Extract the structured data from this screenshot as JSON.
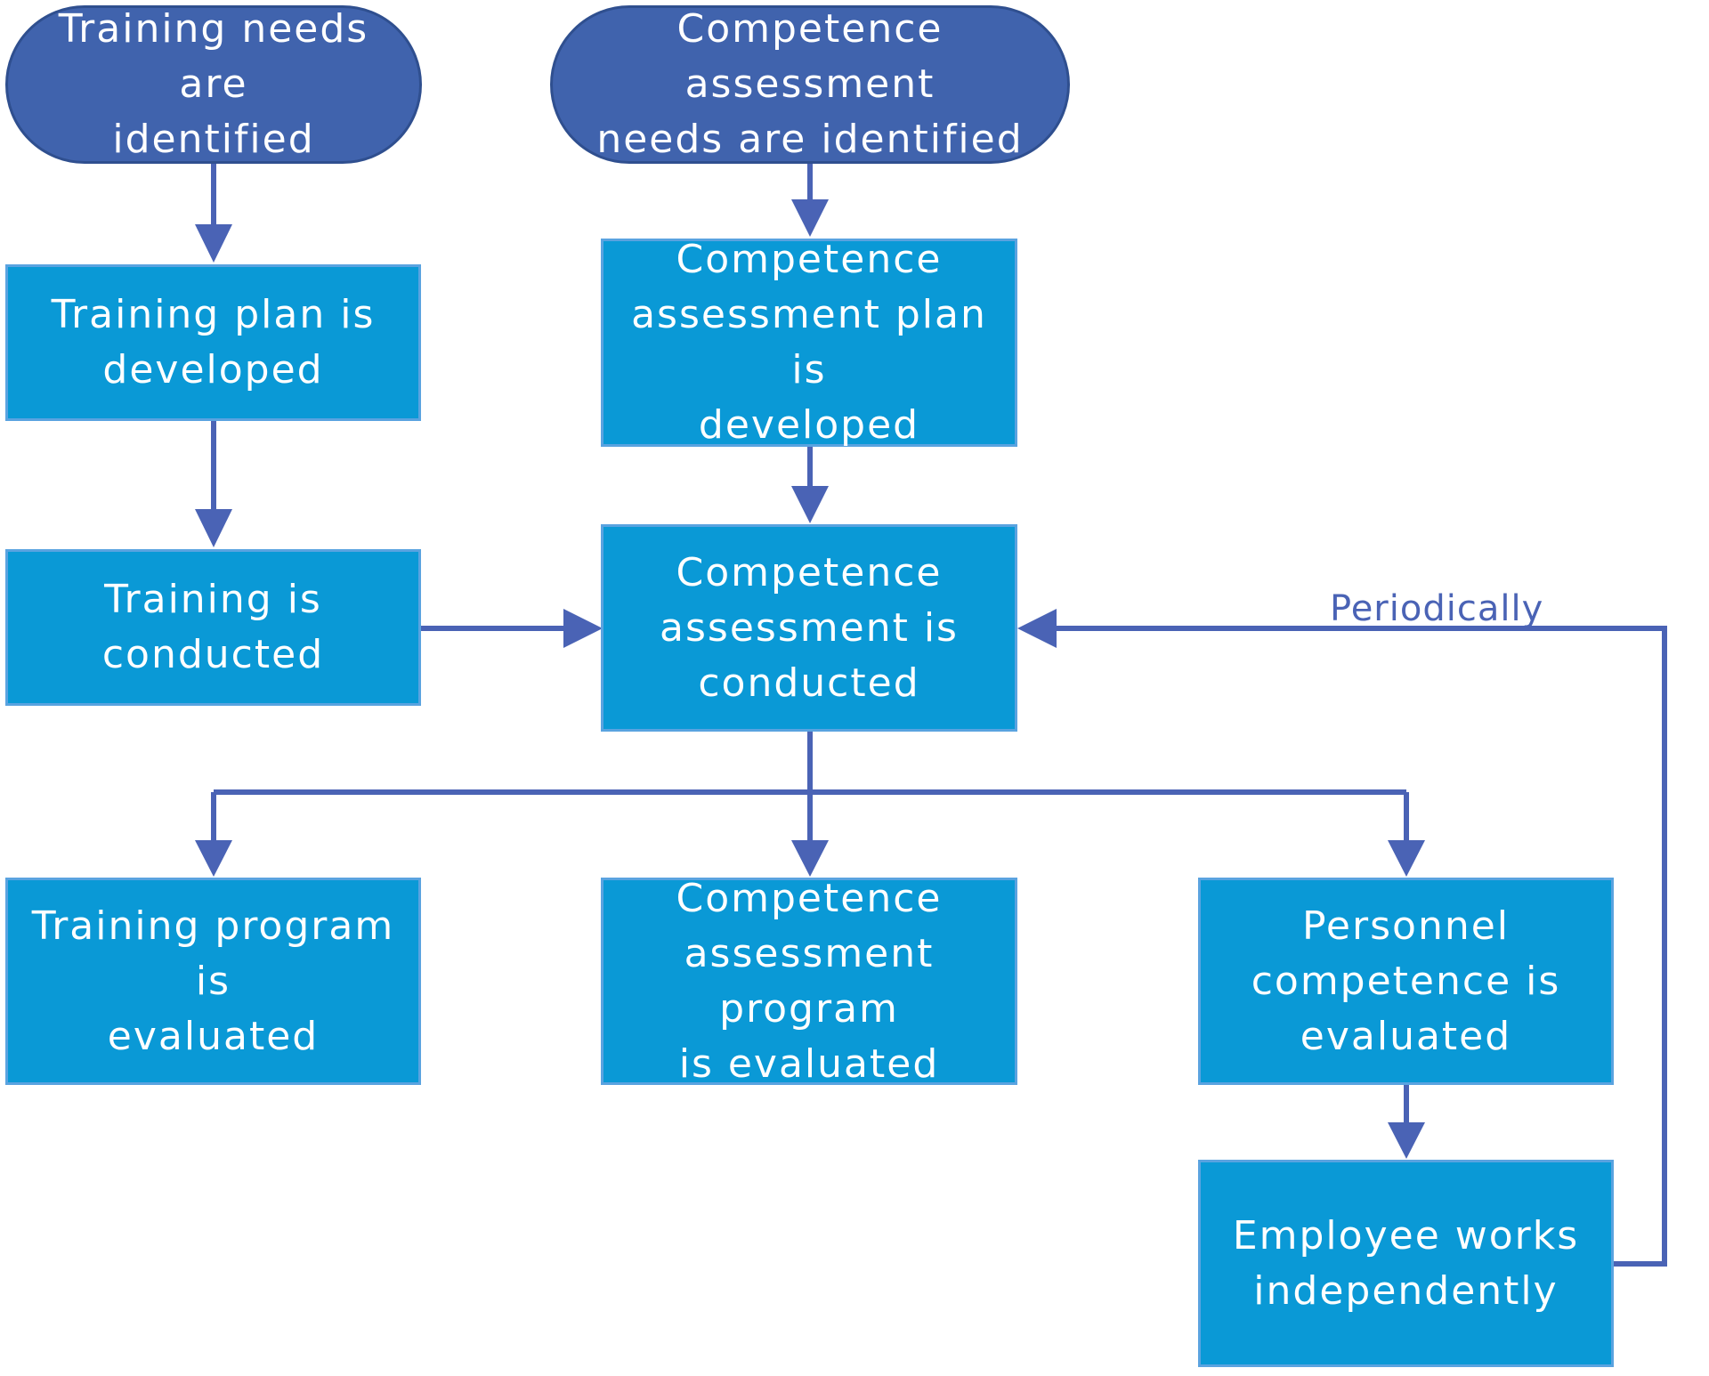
{
  "diagram": {
    "nodes": {
      "training_needs": "Training needs are\nidentified",
      "competence_needs": "Competence assessment\nneeds are identified",
      "training_plan": "Training plan is\ndeveloped",
      "competence_plan": "Competence\nassessment plan is\ndeveloped",
      "training_conducted": "Training is\nconducted",
      "competence_conducted": "Competence\nassessment is\nconducted",
      "training_program": "Training program is\nevaluated",
      "competence_program": "Competence\nassessment program\nis evaluated",
      "personnel_competence": "Personnel\ncompetence is\nevaluated",
      "employee_works": "Employee works\nindependently"
    },
    "edge_labels": {
      "periodically": "Periodically"
    },
    "colors": {
      "terminal_fill": "#4063ad",
      "process_fill": "#0a99d6",
      "connector": "#4a63b5",
      "node_text": "#ffffff"
    }
  }
}
